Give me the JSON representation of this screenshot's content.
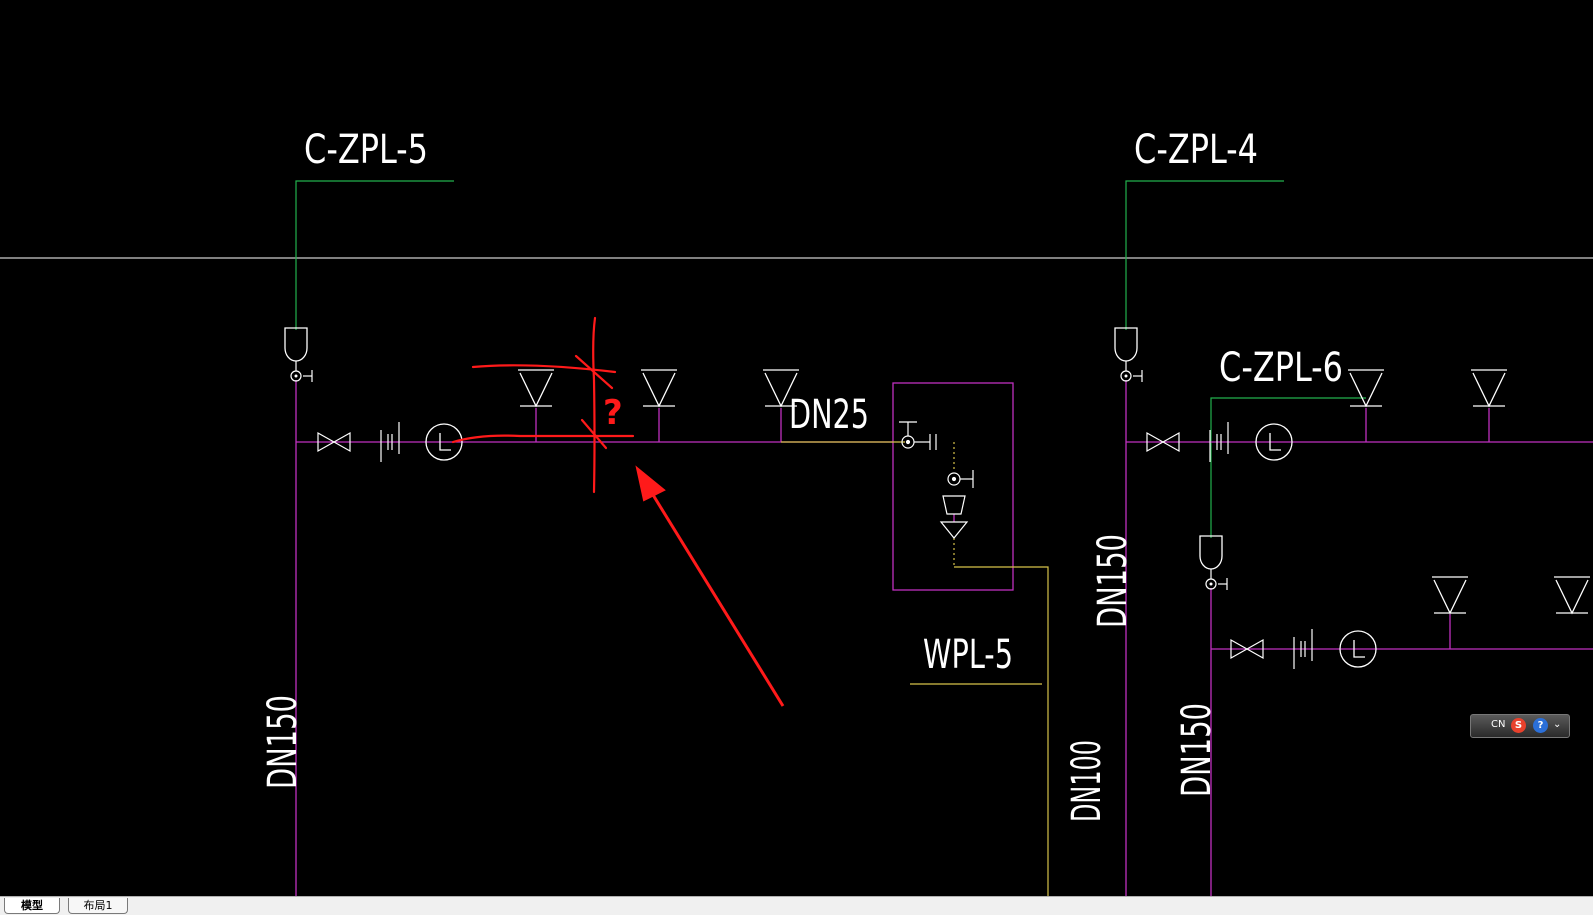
{
  "drawing": {
    "labels": {
      "riser_left": "C-ZPL-5",
      "riser_mid": "C-ZPL-4",
      "riser_right": "C-ZPL-6",
      "branch_pipe": "DN25",
      "drain_riser": "WPL-5",
      "pipe_left": "DN150",
      "pipe_mid": "DN150",
      "pipe_right": "DN150",
      "pipe_drain": "DN100"
    },
    "annotation": {
      "mark": "?"
    },
    "colors": {
      "background": "#000000",
      "riser_leader": "#22b14c",
      "pipe": "#c030c0",
      "drain": "#d6c24a",
      "annotation": "#ff1a1a",
      "symbol": "#ffffff"
    }
  },
  "tabs": {
    "model": "模型",
    "layout1": "布局1"
  },
  "ime": {
    "mode": "CN",
    "logo": "S",
    "help": "?"
  }
}
